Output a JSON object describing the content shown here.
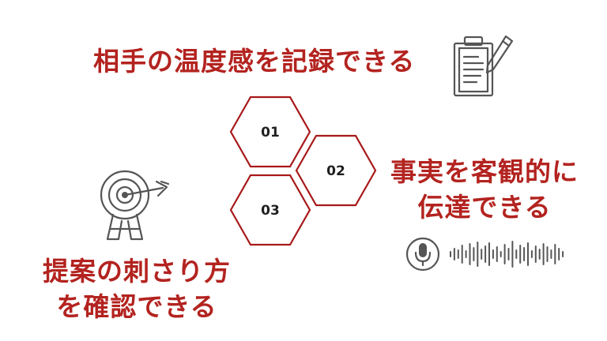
{
  "hexagons": [
    {
      "number": "01"
    },
    {
      "number": "02"
    },
    {
      "number": "03"
    }
  ],
  "labels": {
    "record": "相手の温度感を記録できる",
    "objective_line1": "事実を客観的に",
    "objective_line2": "伝達できる",
    "proposal_line1": "提案の刺さり方",
    "proposal_line2": "を確認できる"
  },
  "icons": {
    "clipboard": "clipboard-pencil-icon",
    "target": "target-arrow-icon",
    "microphone": "microphone-icon",
    "waveform": "audio-waveform-icon"
  },
  "colors": {
    "accent": "#b3231f",
    "hex_stroke": "#a8191a",
    "icon": "#555555",
    "number_text": "#1f1f1f"
  }
}
